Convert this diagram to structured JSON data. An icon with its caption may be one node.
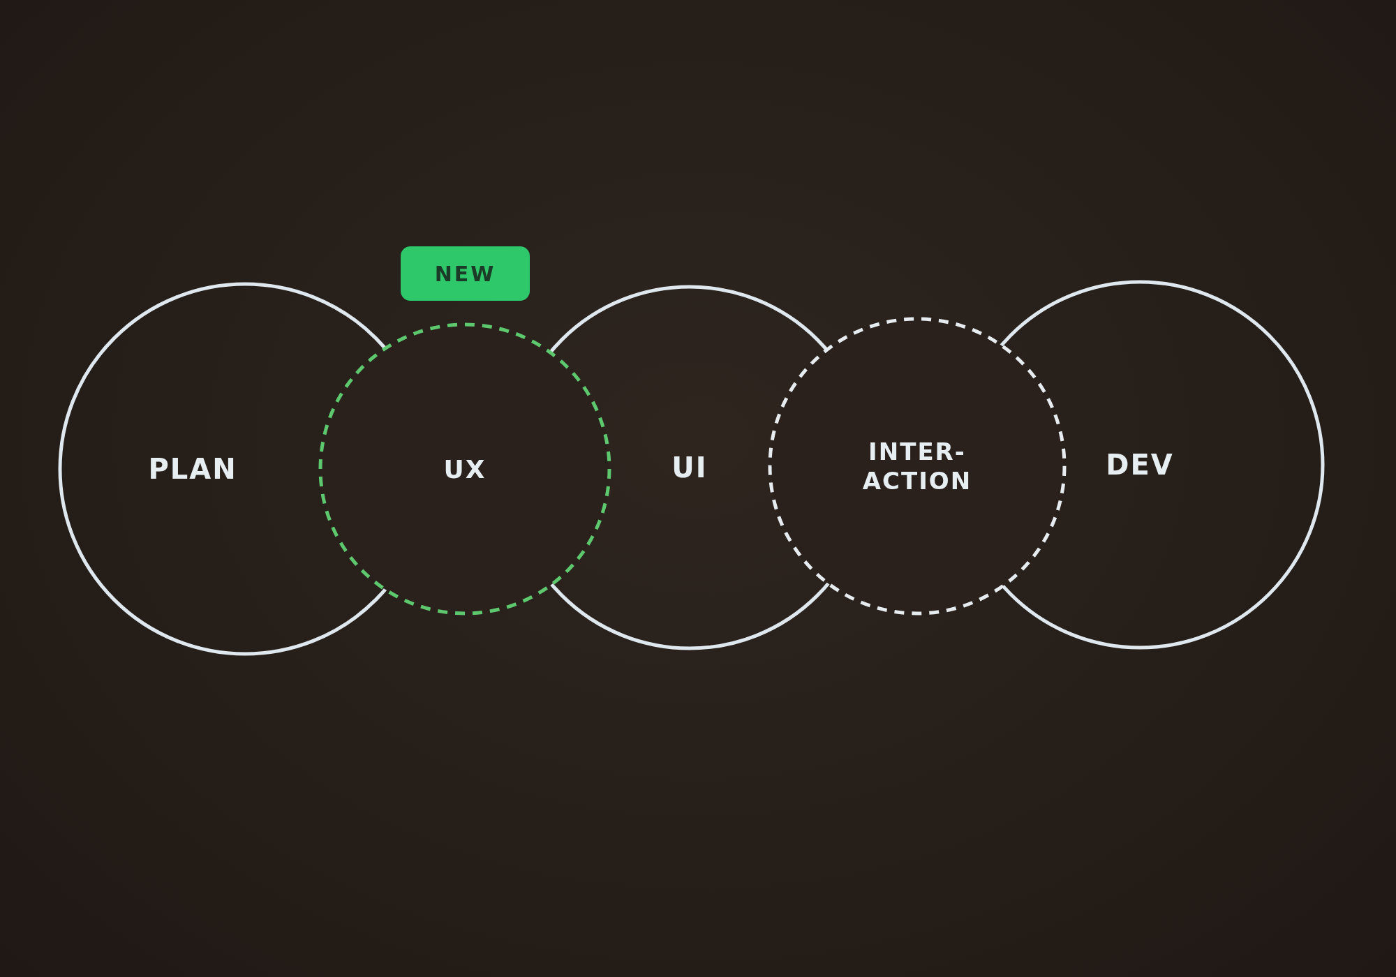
{
  "diagram": {
    "nodes": [
      {
        "text": [
          "NEW"
        ]
      },
      {
        "text": [
          "PLAN"
        ]
      },
      {
        "text": [
          "UX"
        ]
      },
      {
        "text": [
          "UI"
        ]
      },
      {
        "text": [
          "INTER- ACTION"
        ]
      },
      {
        "text": [
          "DEV"
        ]
      }
    ]
  }
}
